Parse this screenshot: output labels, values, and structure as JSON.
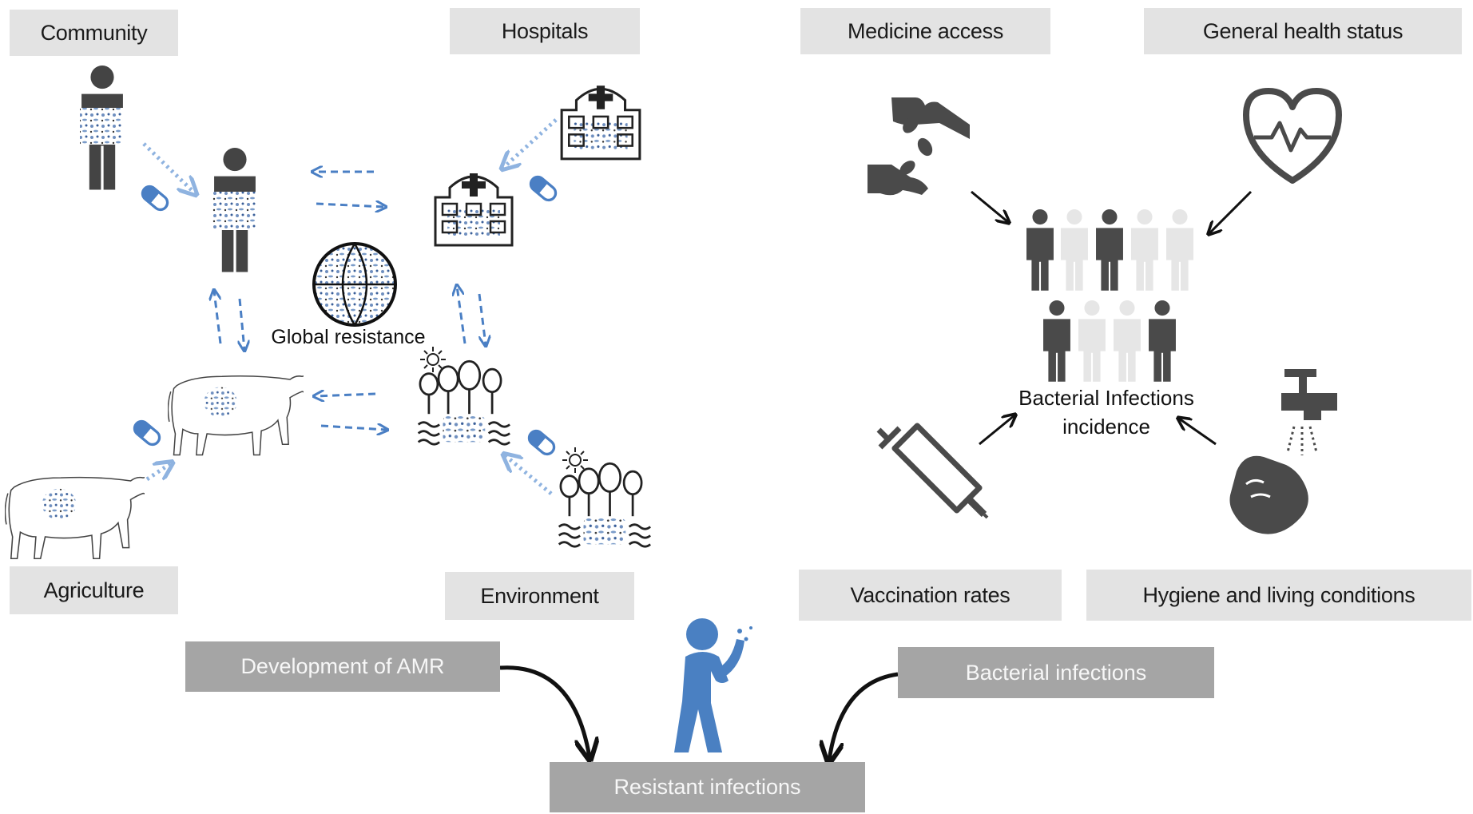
{
  "sectors": {
    "community": "Community",
    "hospitals": "Hospitals",
    "agriculture": "Agriculture",
    "environment": "Environment"
  },
  "center_label": "Global resistance",
  "factors": {
    "medicine_access": "Medicine access",
    "general_health_status": "General health status",
    "vaccination_rates": "Vaccination rates",
    "hygiene_living": "Hygiene and living conditions"
  },
  "incidence": {
    "line1": "Bacterial Infections",
    "line2": "incidence"
  },
  "bottom": {
    "development_amr": "Development of AMR",
    "bacterial_infections": "Bacterial infections",
    "resistant_infections": "Resistant infections"
  },
  "colors": {
    "accent_blue": "#4a7fc4",
    "dark_gray_icon": "#4a4a4a",
    "light_gray_icon": "#e6e6e6",
    "label_bg": "#e3e3e3",
    "dark_label_bg": "#a5a5a5"
  }
}
